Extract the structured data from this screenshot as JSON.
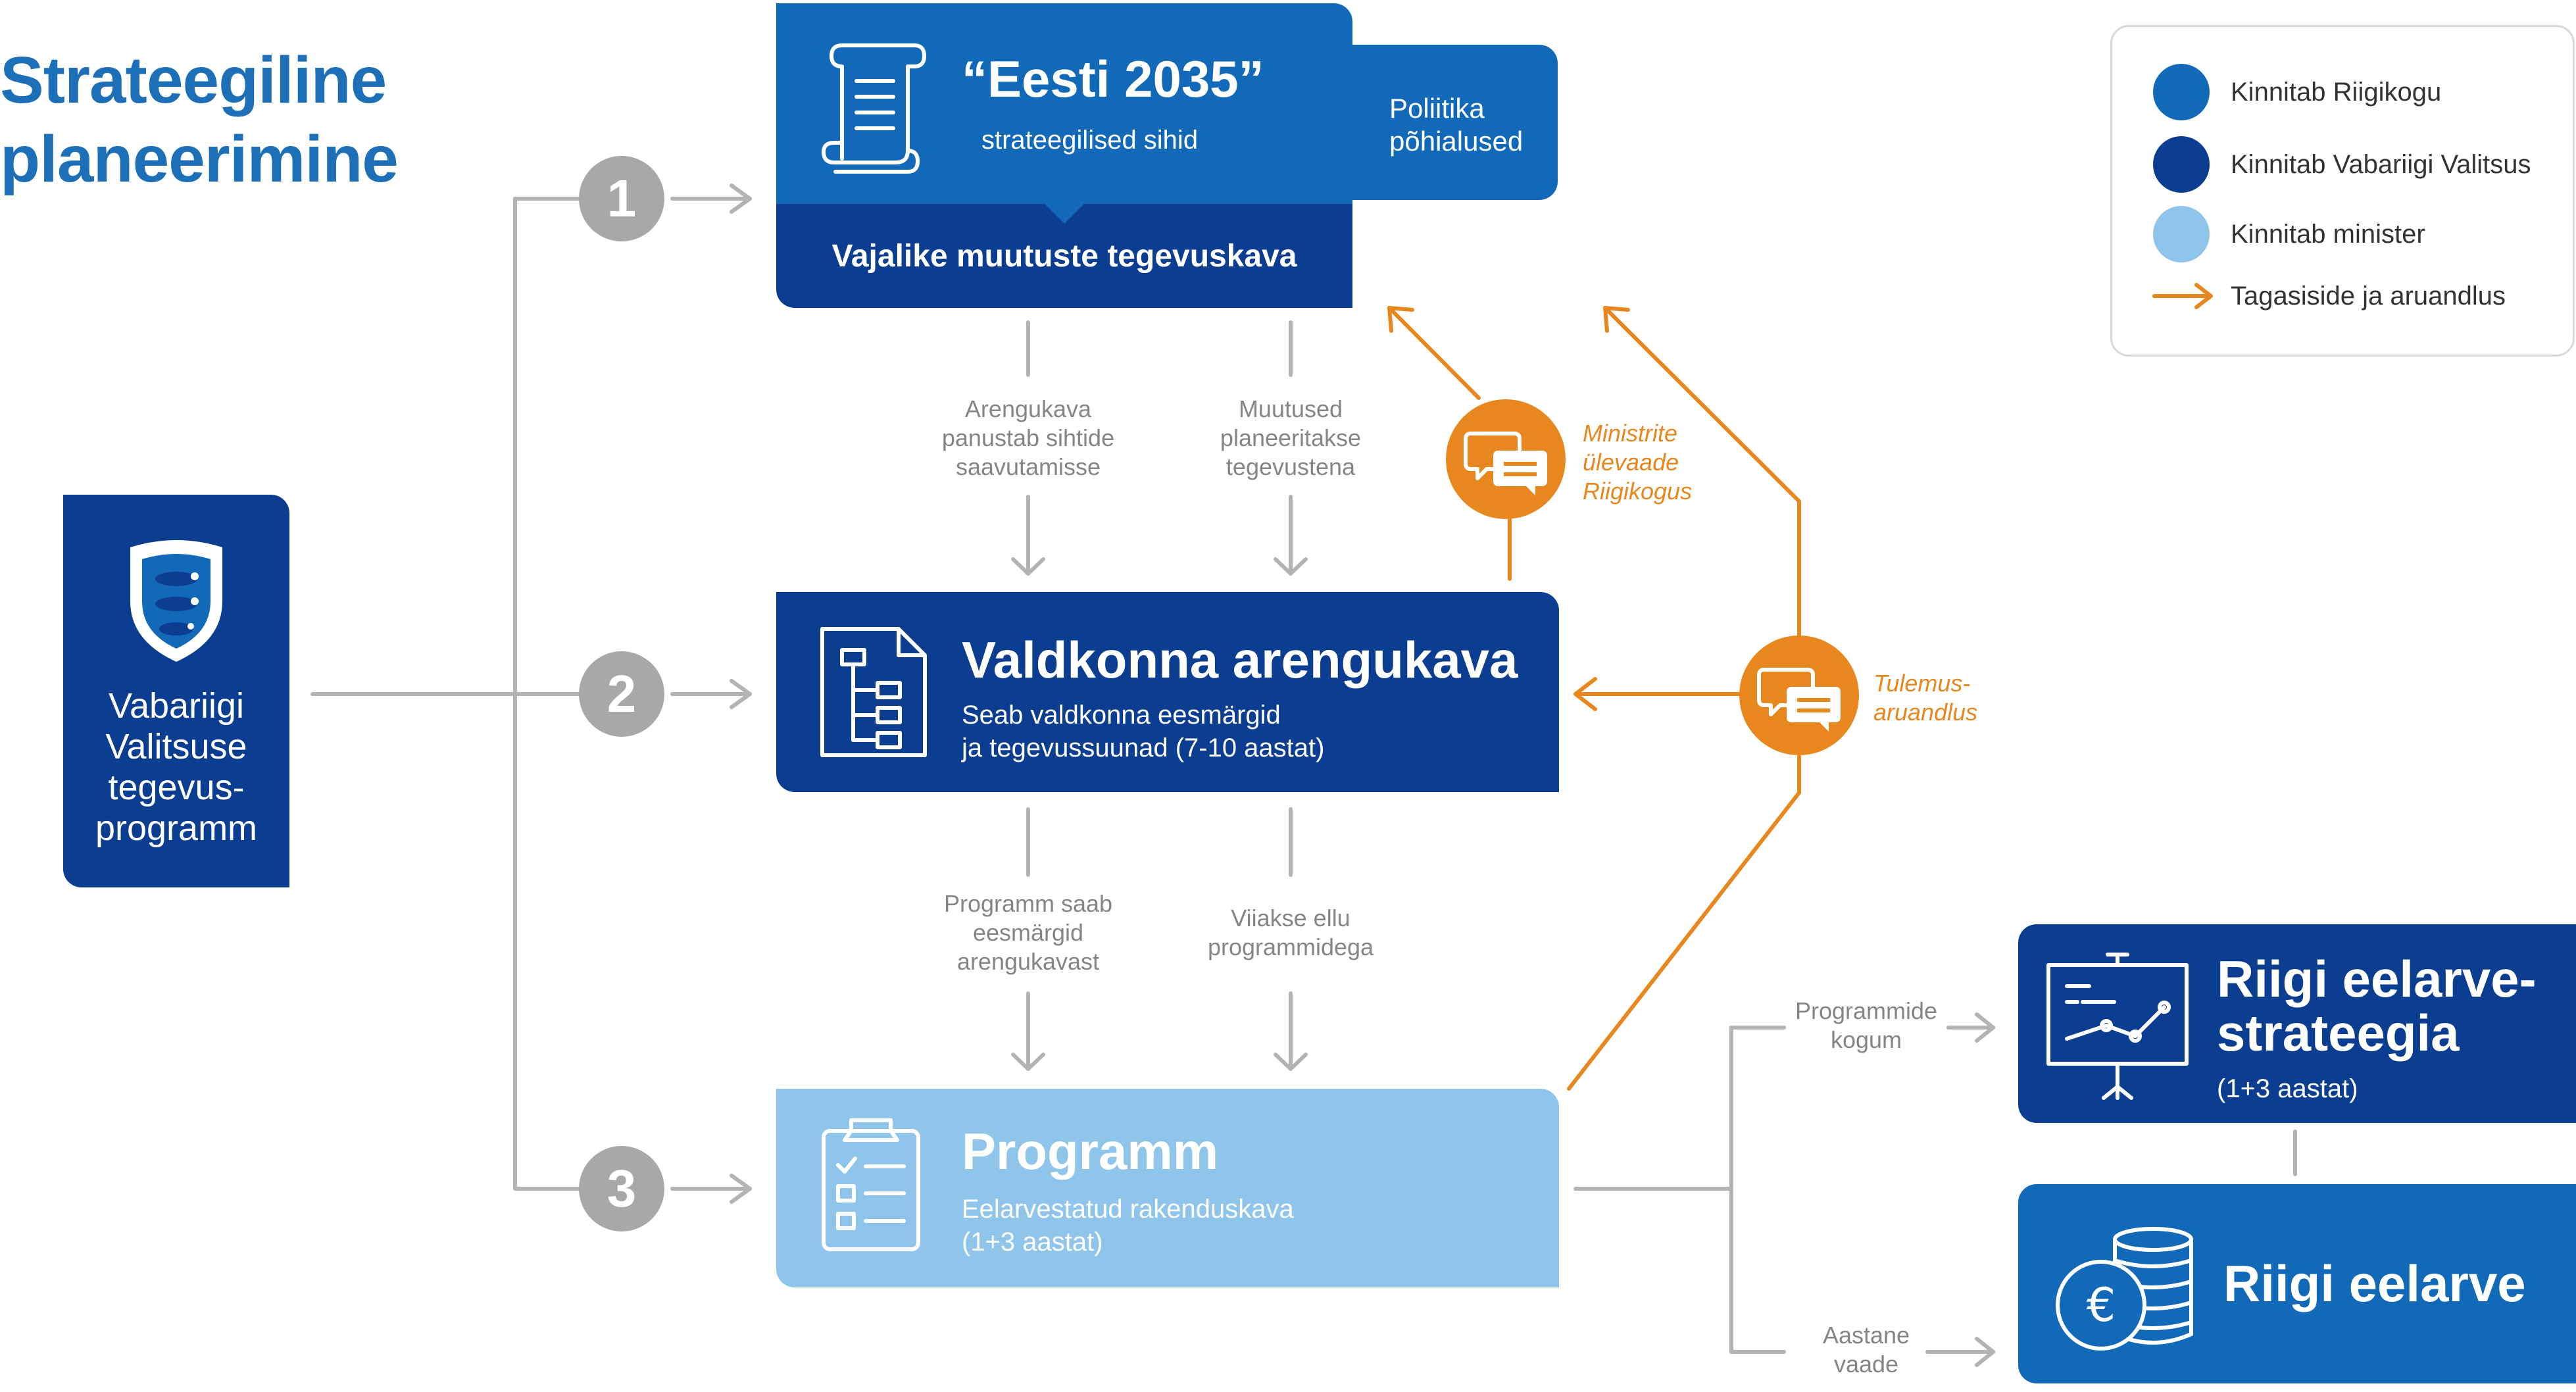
{
  "title_line1": "Strateegiline",
  "title_line2": "planeerimine",
  "colors": {
    "blue": "#1169b8",
    "navy": "#0b3d91",
    "light_blue": "#8fc5ea",
    "orange": "#e8871e",
    "gray": "#a8a8a8"
  },
  "gov_box": {
    "lines": [
      "Vabariigi",
      "Valitsuse",
      "tegevus-",
      "programm"
    ],
    "icon": "coat-of-arms-icon"
  },
  "steps": [
    "1",
    "2",
    "3"
  ],
  "eesti2035": {
    "title": "“Eesti 2035”",
    "subtitle": "strateegilised sihid",
    "action_plan": "Vajalike muutuste tegevuskava",
    "icon": "scroll-icon"
  },
  "poliitika": {
    "line1": "Poliitika",
    "line2": "põhialused"
  },
  "arengukava": {
    "title": "Valdkonna arengukava",
    "line1": "Seab valdkonna eesmärgid",
    "line2": "ja tegevussuunad (7-10 aastat)",
    "icon": "hierarchy-document-icon"
  },
  "programm": {
    "title": "Programm",
    "line1": "Eelarvestatud rakenduskava",
    "line2": "(1+3 aastat)",
    "icon": "clipboard-checklist-icon"
  },
  "rer": {
    "title_line1": "Riigi eelarve-",
    "title_line2": "strateegia",
    "sub": "(1+3 aastat)",
    "icon": "presentation-chart-icon"
  },
  "eelarve": {
    "title": "Riigi eelarve",
    "icon": "euro-coins-icon"
  },
  "flow_labels": {
    "a1": "Arengukava\npanustab sihtide\nsaavutamisse",
    "a2": "Muutused\nplaneeritakse\ntegevustena",
    "b1": "Programm saab\neesmärgid\narengukavast",
    "b2": "Viiakse ellu\nprogrammidega",
    "c1": "Programmide\nkogum",
    "c2": "Aastane\nvaade"
  },
  "feedback": {
    "ministers": "Ministrite\nülevaade\nRiigikogus",
    "results": "Tulemus-\naruandlus",
    "icon": "chat-bubbles-icon"
  },
  "legend": [
    {
      "label": "Kinnitab Riigikogu",
      "color": "#1169b8"
    },
    {
      "label": "Kinnitab Vabariigi Valitsus",
      "color": "#0b3d91"
    },
    {
      "label": "Kinnitab minister",
      "color": "#8fc5ea"
    },
    {
      "label": "Tagasiside ja aruandlus",
      "color": "#e8871e",
      "kind": "arrow"
    }
  ]
}
